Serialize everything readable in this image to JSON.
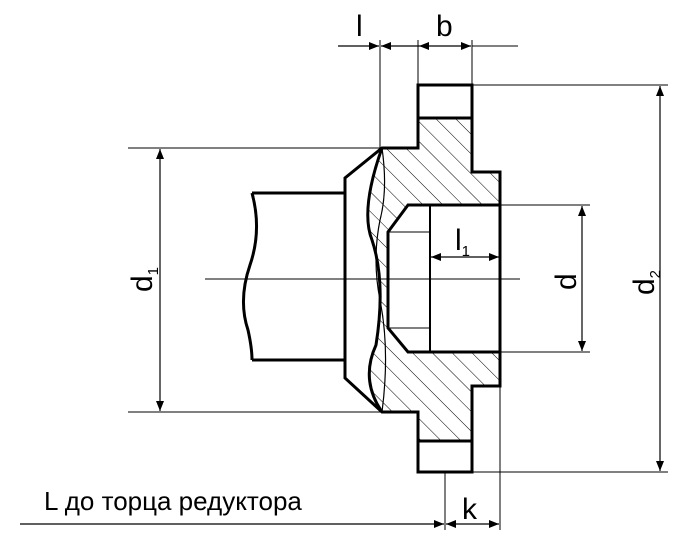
{
  "drawing": {
    "colors": {
      "line": "#000000",
      "background": "#ffffff"
    },
    "labels": {
      "l": "l",
      "b": "b",
      "l1_main": "l",
      "l1_sub": "1",
      "d": "d",
      "d1_main": "d",
      "d1_sub": "1",
      "d2_main": "d",
      "d2_sub": "2",
      "k": "k",
      "caption": "L до торца редуктора"
    }
  }
}
